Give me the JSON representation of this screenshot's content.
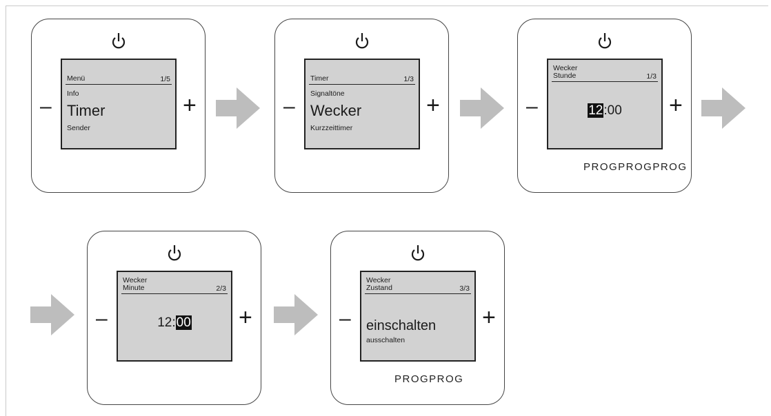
{
  "devices": [
    {
      "id": "menu",
      "header": "Menü",
      "page": "1/5",
      "items_above": [
        "Info"
      ],
      "selected": "Timer",
      "items_below": [
        "Sender"
      ]
    },
    {
      "id": "timer",
      "header": "Timer",
      "page": "1/3",
      "items_above": [
        "Signaltöne"
      ],
      "selected": "Wecker",
      "items_below": [
        "Kurzzeittimer"
      ]
    },
    {
      "id": "hour",
      "header_line1": "Wecker",
      "header_line2": "Stunde",
      "page": "1/3",
      "time_highlight": "12",
      "time_rest": ":00",
      "prog": "PROGPROGPROG"
    },
    {
      "id": "minute",
      "header_line1": "Wecker",
      "header_line2": "Minute",
      "page": "2/3",
      "time_rest": "12:",
      "time_highlight": "00"
    },
    {
      "id": "state",
      "header_line1": "Wecker",
      "header_line2": "Zustand",
      "page": "3/3",
      "selected": "einschalten",
      "items_below": [
        "ausschalten"
      ],
      "prog": "PROGPROG"
    }
  ],
  "buttons": {
    "minus": "–",
    "plus": "+"
  },
  "colors": {
    "arrow": "#bdbdbd",
    "screen": "#d2d2d2",
    "outline": "#444444"
  }
}
